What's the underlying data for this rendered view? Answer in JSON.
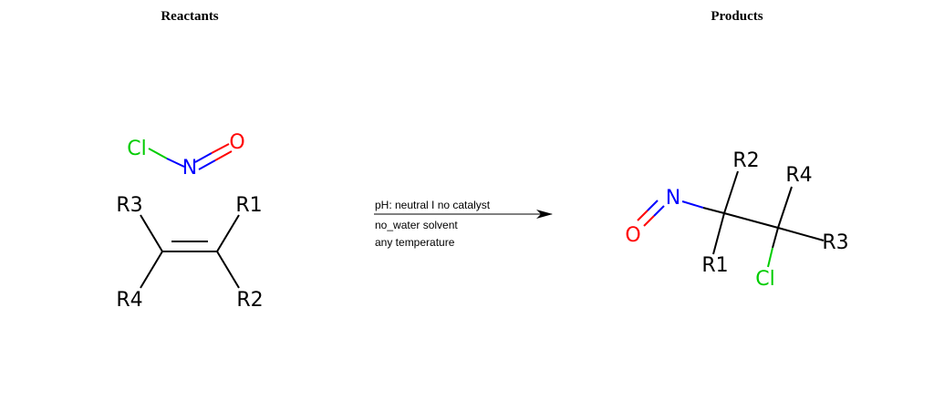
{
  "headings": {
    "reactants": "Reactants",
    "products": "Products"
  },
  "atom_colors": {
    "carbon": "#000000",
    "nitrogen": "#0000ff",
    "oxygen": "#ff0000",
    "chlorine": "#00cc00"
  },
  "nitrosyl_chloride": {
    "cl": "Cl",
    "n": "N",
    "o": "O"
  },
  "alkene": {
    "r1": "R1",
    "r2": "R2",
    "r3": "R3",
    "r4": "R4"
  },
  "conditions": {
    "line1": "pH: neutral I no catalyst",
    "line2": "no_water solvent",
    "line3": "any temperature"
  },
  "product": {
    "n": "N",
    "o": "O",
    "cl": "Cl",
    "r1": "R1",
    "r2": "R2",
    "r3": "R3",
    "r4": "R4"
  }
}
